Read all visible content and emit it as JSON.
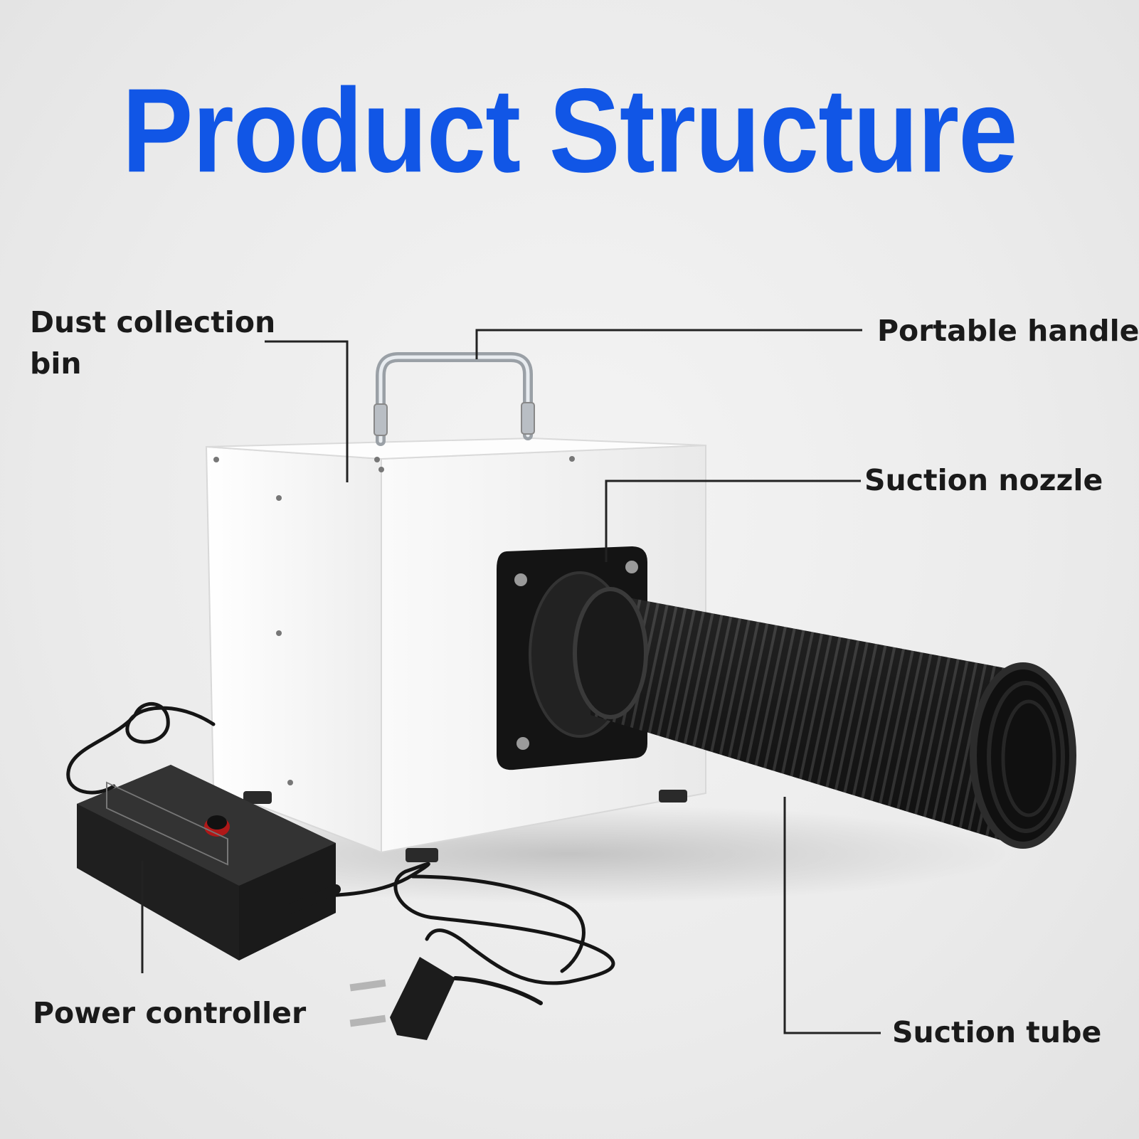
{
  "title": "Product Structure",
  "colors": {
    "title": "#1156e6",
    "label_text": "#1a1a1a",
    "leader_line": "#222222",
    "device_body": "#f7f7f7",
    "hose": "#1c1c1c",
    "controller": "#222222"
  },
  "labels": {
    "dust_bin_line1": "Dust collection",
    "dust_bin_line2": "bin",
    "portable_handle": "Portable handle",
    "suction_nozzle": "Suction nozzle",
    "power_controller": "Power controller",
    "suction_tube": "Suction tube"
  },
  "icons": {
    "device": "fume-extractor-illustration",
    "hose": "corrugated-hose-icon",
    "controller": "power-adapter-icon",
    "plug": "power-plug-icon"
  }
}
